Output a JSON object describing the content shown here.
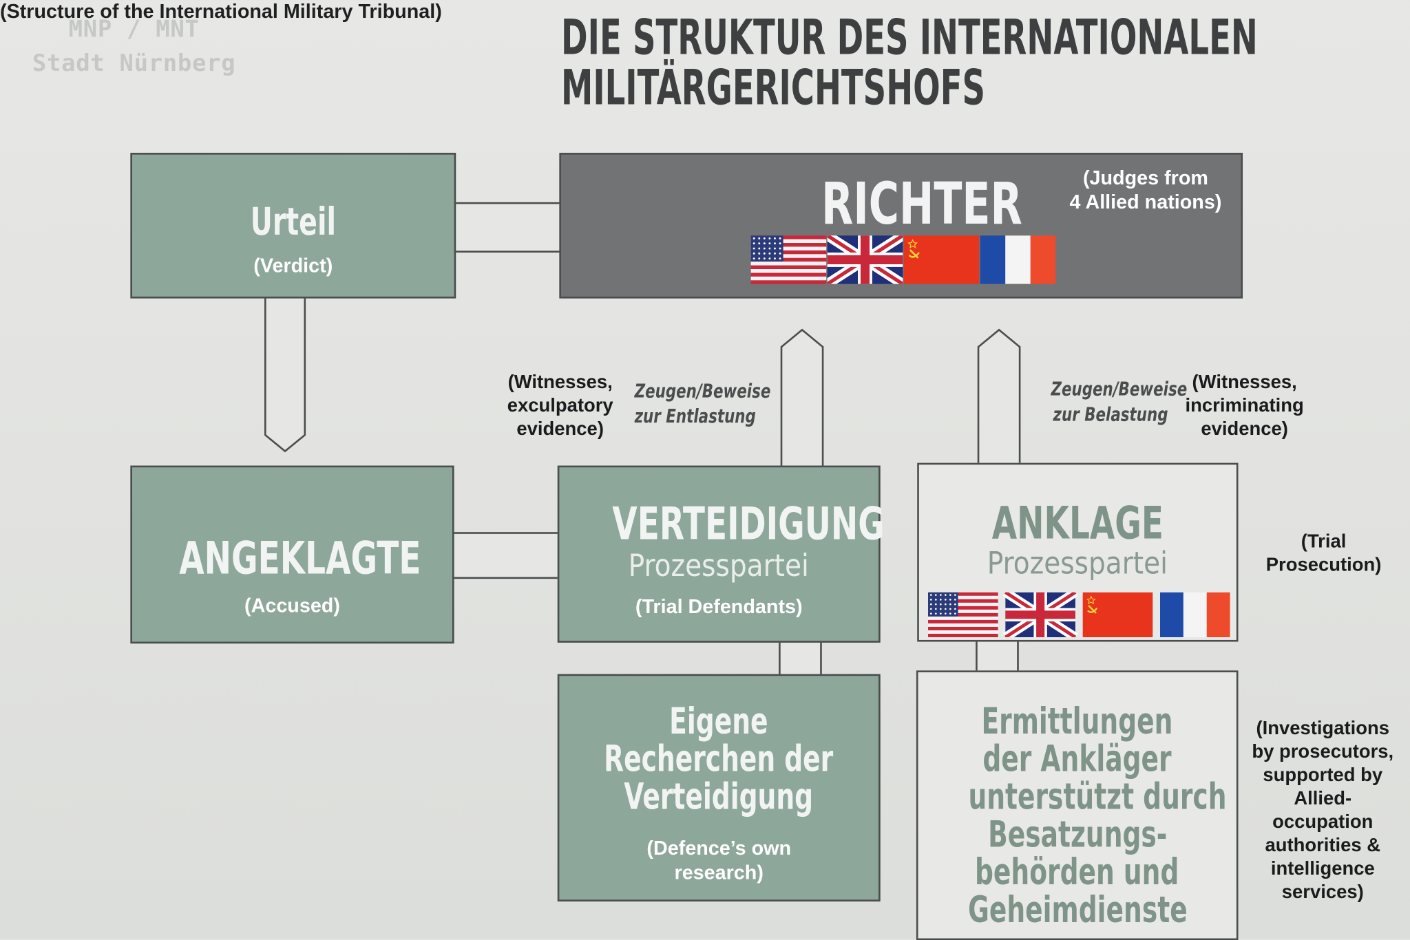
{
  "watermark": {
    "line1": "MNP / MNT",
    "line2": "Stadt Nürnberg"
  },
  "header": {
    "title_line1": "DIE STRUKTUR DES INTERNATIONALEN",
    "title_line2": "MILITÄRGERICHTSHOFS",
    "subtitle": "(Structure of the International Military Tribunal)"
  },
  "nodes": {
    "urteil": {
      "de": "Urteil",
      "en": "(Verdict)"
    },
    "richter": {
      "de": "RICHTER",
      "en_line1": "(Judges from",
      "en_line2": "4 Allied nations)"
    },
    "angeklagte": {
      "de": "ANGEKLAGTE",
      "en": "(Accused)"
    },
    "verteidigung": {
      "de": "VERTEIDIGUNG",
      "sub": "Prozesspartei",
      "en": "(Trial Defendants)"
    },
    "anklage": {
      "de": "ANKLAGE",
      "sub": "Prozesspartei"
    },
    "eigene": {
      "de_line1": "Eigene",
      "de_line2": "Recherchen der",
      "de_line3": "Verteidigung",
      "en_line1": "(Defence’s own",
      "en_line2": "research)"
    },
    "ermittlungen": {
      "de_line1": "Ermittlungen",
      "de_line2": "der Ankläger",
      "de_line3": "unterstützt durch",
      "de_line4": "Besatzungs-",
      "de_line5": "behörden und",
      "de_line6": "Geheimdienste"
    }
  },
  "annotations": {
    "entlastung_de_1": "Zeugen/Beweise",
    "entlastung_de_2": "zur Entlastung",
    "entlastung_en_1": "(Witnesses,",
    "entlastung_en_2": "exculpatory",
    "entlastung_en_3": "evidence)",
    "belastung_de_1": "Zeugen/Beweise",
    "belastung_de_2": "zur Belastung",
    "belastung_en_1": "(Witnesses,",
    "belastung_en_2": "incriminating",
    "belastung_en_3": "evidence)",
    "prosecution_1": "(Trial",
    "prosecution_2": "Prosecution)",
    "investigations": [
      "(Investigations",
      "by prosecutors,",
      "supported by",
      "Allied-",
      "occupation",
      "authorities &",
      "intelligence",
      "services)"
    ]
  },
  "flags": [
    "usa-flag",
    "uk-flag",
    "ussr-flag",
    "france-flag"
  ],
  "colors": {
    "green_box": "#8ea79b",
    "gray_box": "#727375",
    "light_box": "#e8e9e7",
    "ink": "#3d3f40"
  }
}
